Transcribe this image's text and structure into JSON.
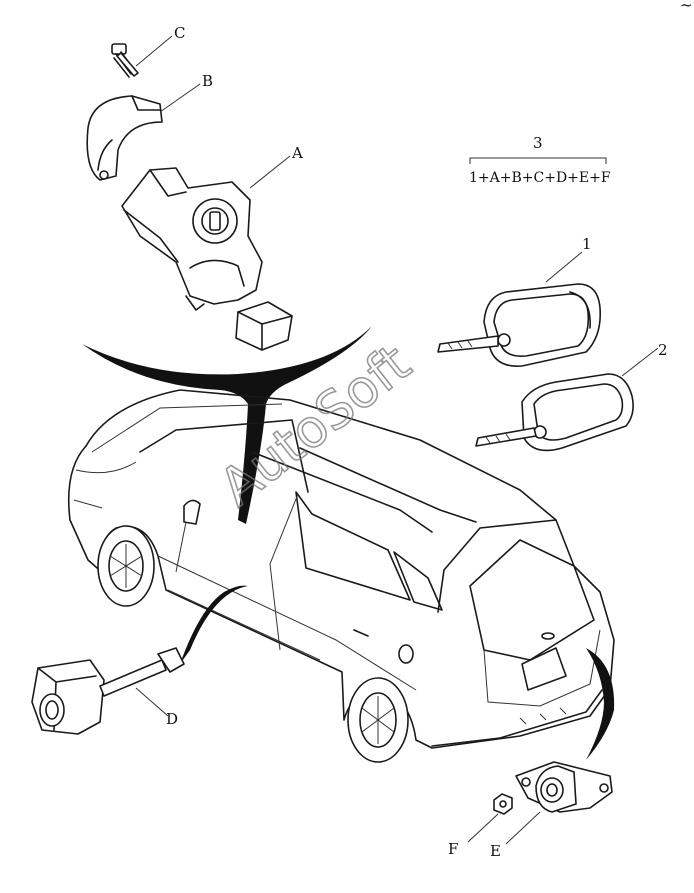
{
  "labels": {
    "A": "A",
    "B": "B",
    "C": "C",
    "D": "D",
    "E": "E",
    "F": "F",
    "key1": "1",
    "key2": "2",
    "set_number": "3"
  },
  "formula": "1+A+B+C+D+E+F",
  "watermark": "AutoSoft",
  "corner_mark": "~"
}
